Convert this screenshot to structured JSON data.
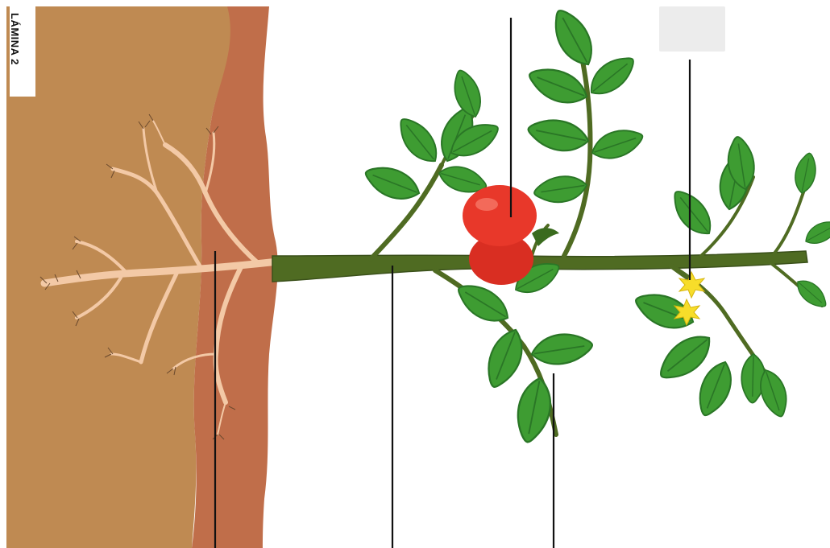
{
  "sheet_label": "LÁMINA 2",
  "parts": [
    {
      "part": "roots",
      "label": ""
    },
    {
      "part": "stem",
      "label": ""
    },
    {
      "part": "leaves",
      "label": ""
    },
    {
      "part": "fruit",
      "label": ""
    },
    {
      "part": "flowers",
      "label": ""
    }
  ],
  "colors": {
    "soil_light": "#bf8a52",
    "soil_dark": "#c06e4a",
    "root": "#f3c9a6",
    "stem": "#4f6b22",
    "leaf": "#3e9c32",
    "leaf_dark": "#2a7626",
    "fruit": "#e8382a",
    "flower": "#f7dd2a",
    "pointer_line": "#111111",
    "label_box": "#ececec"
  }
}
